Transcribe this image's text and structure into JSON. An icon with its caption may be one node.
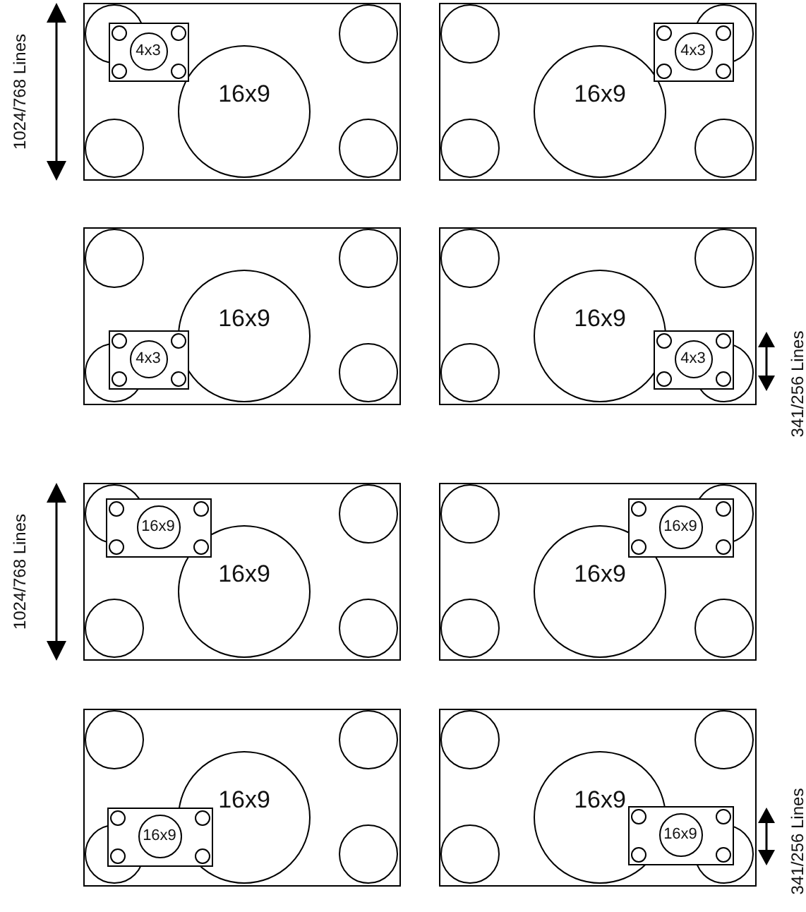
{
  "diagram": {
    "nodes": [
      {
        "text": [],
        "shape": "box"
      },
      {
        "text": [
          "16x9"
        ],
        "in": 0
      },
      {
        "text": [],
        "shape": "box",
        "in": 0
      },
      {
        "text": [
          "4x3"
        ],
        "in": 2
      },
      {
        "text": [],
        "shape": "box"
      },
      {
        "text": [
          "16x9"
        ],
        "in": 4
      },
      {
        "text": [],
        "shape": "box",
        "in": 4
      },
      {
        "text": [
          "4x3"
        ],
        "in": 6
      },
      {
        "text": [],
        "shape": "box"
      },
      {
        "text": [
          "16x9"
        ],
        "in": 8
      },
      {
        "text": [],
        "shape": "box",
        "in": 8
      },
      {
        "text": [
          "4x3"
        ],
        "in": 10
      },
      {
        "text": [],
        "shape": "box"
      },
      {
        "text": [
          "16x9"
        ],
        "in": 12
      },
      {
        "text": [],
        "shape": "box",
        "in": 12
      },
      {
        "text": [
          "4x3"
        ],
        "in": 14
      },
      {
        "text": [],
        "shape": "box"
      },
      {
        "text": [
          "16x9"
        ],
        "in": 16
      },
      {
        "text": [],
        "shape": "box",
        "in": 16
      },
      {
        "text": [
          "16x9"
        ],
        "in": 18
      },
      {
        "text": [],
        "shape": "box"
      },
      {
        "text": [
          "16x9"
        ],
        "in": 20
      },
      {
        "text": [],
        "shape": "box",
        "in": 20
      },
      {
        "text": [
          "16x9"
        ],
        "in": 22
      },
      {
        "text": [],
        "shape": "box"
      },
      {
        "text": [
          "16x9"
        ],
        "in": 24
      },
      {
        "text": [],
        "shape": "box",
        "in": 24
      },
      {
        "text": [
          "16x9"
        ],
        "in": 26
      },
      {
        "text": [],
        "shape": "box"
      },
      {
        "text": [
          "16x9"
        ],
        "in": 28
      },
      {
        "text": [],
        "shape": "box",
        "in": 28
      },
      {
        "text": [
          "16x9"
        ],
        "in": 30
      }
    ],
    "labels": [
      "1024/768 Lines",
      "341/256 Lines",
      "1024/768 Lines",
      "341/256 Lines"
    ]
  }
}
